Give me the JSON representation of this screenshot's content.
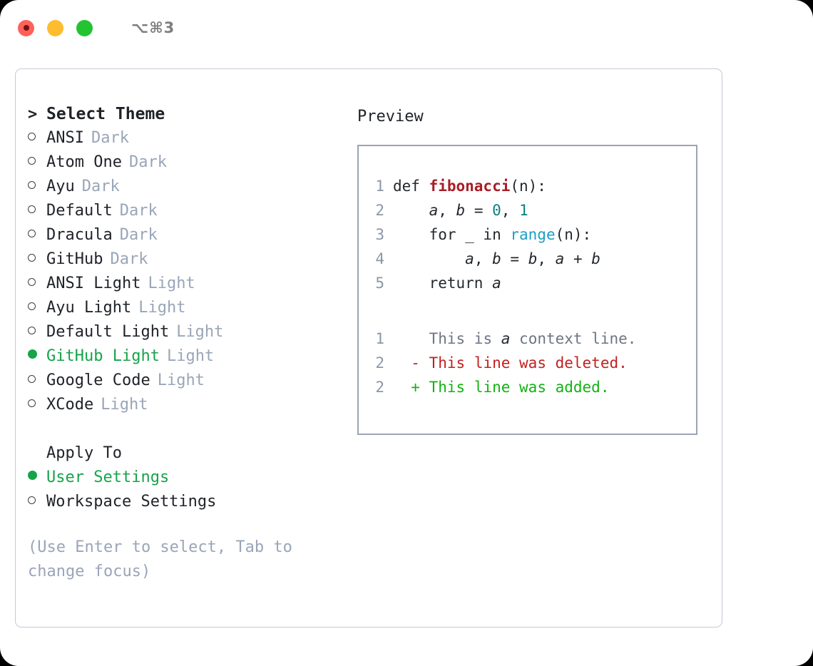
{
  "titlebar": {
    "shortcut": "⌥⌘3",
    "lights": [
      "close-red",
      "minimize-yellow",
      "maximize-green"
    ]
  },
  "theme_list": {
    "header": {
      "marker": ">",
      "label": "Select Theme"
    },
    "items": [
      {
        "marker": "○",
        "label": "ANSI",
        "tag": "Dark",
        "selected": false
      },
      {
        "marker": "○",
        "label": "Atom One",
        "tag": "Dark",
        "selected": false
      },
      {
        "marker": "○",
        "label": "Ayu",
        "tag": "Dark",
        "selected": false
      },
      {
        "marker": "○",
        "label": "Default",
        "tag": "Dark",
        "selected": false
      },
      {
        "marker": "○",
        "label": "Dracula",
        "tag": "Dark",
        "selected": false
      },
      {
        "marker": "○",
        "label": "GitHub",
        "tag": "Dark",
        "selected": false
      },
      {
        "marker": "○",
        "label": "ANSI Light",
        "tag": "Light",
        "selected": false
      },
      {
        "marker": "○",
        "label": "Ayu Light",
        "tag": "Light",
        "selected": false
      },
      {
        "marker": "○",
        "label": "Default Light",
        "tag": "Light",
        "selected": false
      },
      {
        "marker": "●",
        "label": "GitHub Light",
        "tag": "Light",
        "selected": true
      },
      {
        "marker": "○",
        "label": "Google Code",
        "tag": "Light",
        "selected": false
      },
      {
        "marker": "○",
        "label": "XCode",
        "tag": "Light",
        "selected": false
      }
    ]
  },
  "apply_to": {
    "header": "Apply To",
    "items": [
      {
        "marker": "●",
        "label": "User Settings",
        "selected": true
      },
      {
        "marker": "○",
        "label": "Workspace Settings",
        "selected": false
      }
    ]
  },
  "hint": "(Use Enter to select, Tab to change focus)",
  "preview": {
    "title": "Preview",
    "code_lines": [
      {
        "no": "1",
        "text": "def fibonacci(n):"
      },
      {
        "no": "2",
        "text": "    a, b = 0, 1"
      },
      {
        "no": "3",
        "text": "    for _ in range(n):"
      },
      {
        "no": "4",
        "text": "        a, b = b, a + b"
      },
      {
        "no": "5",
        "text": "    return a"
      }
    ],
    "diff_lines": [
      {
        "no": "1",
        "sign": " ",
        "text": "This is a context line.",
        "kind": "context"
      },
      {
        "no": "2",
        "sign": "-",
        "text": "This line was deleted.",
        "kind": "deleted"
      },
      {
        "no": "2",
        "sign": "+",
        "text": "This line was added.",
        "kind": "added"
      }
    ]
  },
  "colors": {
    "accent_green": "#16a34a",
    "muted_blue_gray": "#9aa5b8",
    "text": "#1f2228",
    "diff_add": "#12b312",
    "diff_del": "#c32020",
    "syntax_function": "#a81d28",
    "syntax_builtin": "#1a9fc4",
    "syntax_number": "#0d7f7f",
    "panel_border": "#9aa5b5",
    "window_border": "#c3cad6"
  }
}
